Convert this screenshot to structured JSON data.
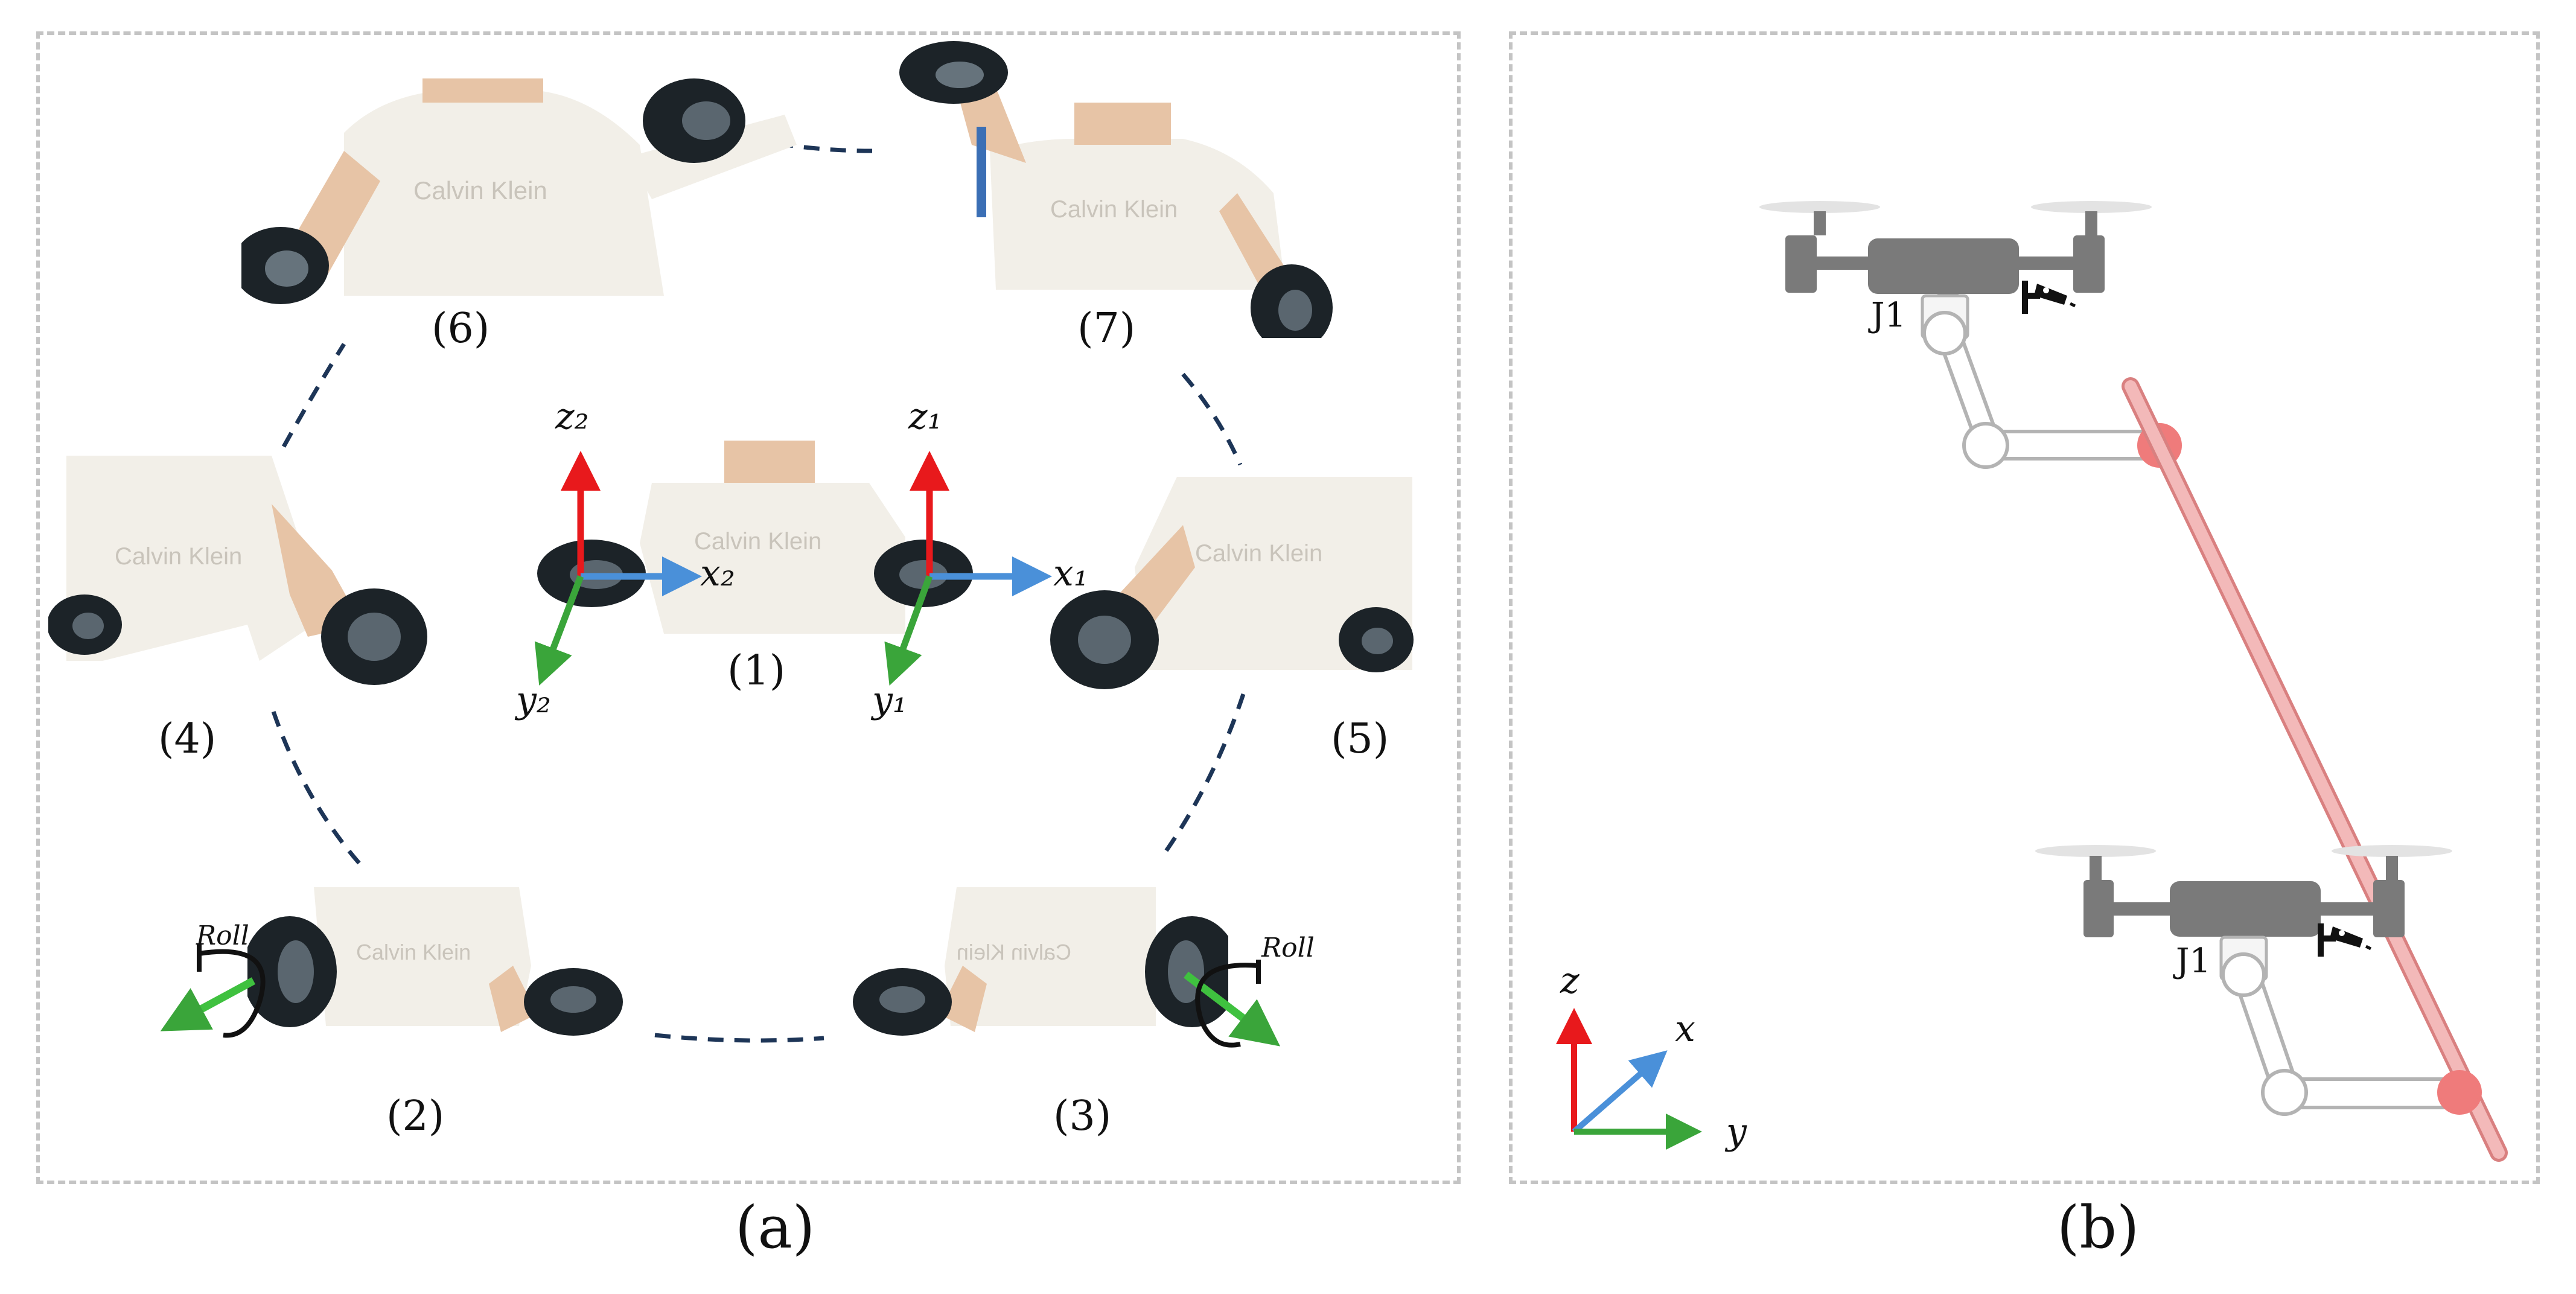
{
  "captions": {
    "a": "(a)",
    "b": "(b)"
  },
  "poses": [
    {
      "id": "1",
      "label": "(1)"
    },
    {
      "id": "2",
      "label": "(2)"
    },
    {
      "id": "3",
      "label": "(3)"
    },
    {
      "id": "4",
      "label": "(4)"
    },
    {
      "id": "5",
      "label": "(5)"
    },
    {
      "id": "6",
      "label": "(6)"
    },
    {
      "id": "7",
      "label": "(7)"
    }
  ],
  "photo_text": {
    "shirt": "Calvin Klein",
    "shirt_mirrored": "Calvin Klein"
  },
  "controller_axes": {
    "z2": "z₂",
    "x2": "x₂",
    "y2": "y₂",
    "z1": "z₁",
    "x1": "x₁",
    "y1": "y₁"
  },
  "roll_label": "Roll",
  "panel_b": {
    "joint_label": "J1",
    "axes": {
      "z": "z",
      "x": "x",
      "y": "y"
    }
  },
  "colors": {
    "x_axis": "#4a90d9",
    "y_axis": "#3aa53a",
    "z_axis": "#e8191c",
    "drone": "#7a7a7a",
    "rod": "#f3b9b9",
    "rod_edge": "#d98080",
    "joint_red": "#ef7b7b",
    "dashed_path": "#1d3557"
  }
}
